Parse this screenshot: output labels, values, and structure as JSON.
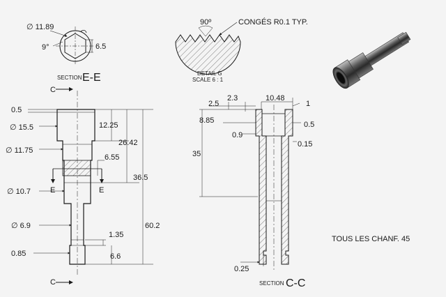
{
  "section_ee": {
    "label": "SECTION",
    "letter": "E-E",
    "dims": {
      "diameter": "∅ 11.89",
      "angle": "9°",
      "width": "6.5"
    }
  },
  "detail_g": {
    "angle": "90º",
    "note": "CONGÉS R0.1 TYP.",
    "title": "DETAIL G",
    "scale": "SCALE 6 : 1"
  },
  "side_view": {
    "cut_letter": "C",
    "section_letter": "E",
    "dims": {
      "d0_5": "0.5",
      "d15_5": "∅ 15.5",
      "d12_25": "12.25",
      "d26_42": "26.42",
      "d11_75": "∅ 11.75",
      "d6_55": "6.55",
      "d36_5": "36.5",
      "d10_7": "∅ 10.7",
      "d6_9": "∅ 6.9",
      "d60_2": "60.2",
      "d1_35": "1.35",
      "d0_85": "0.85",
      "d6_6": "6.6"
    }
  },
  "section_cc": {
    "label": "SECTION",
    "letter": "C-C",
    "dims": {
      "d2_5": "2.5",
      "d2_3": "2.3",
      "d10_48": "10.48",
      "d1": "1",
      "d8_85": "8.85",
      "d0_5": "0.5",
      "d0_9": "0.9",
      "d0_15": "0.15",
      "d35": "35",
      "d0_25": "0.25"
    }
  },
  "notes": {
    "chamfers": "TOUS LES CHANF. 45"
  },
  "colors": {
    "background": "#f4f4f4",
    "line": "#1a1a1a",
    "hatch": "#555555"
  }
}
